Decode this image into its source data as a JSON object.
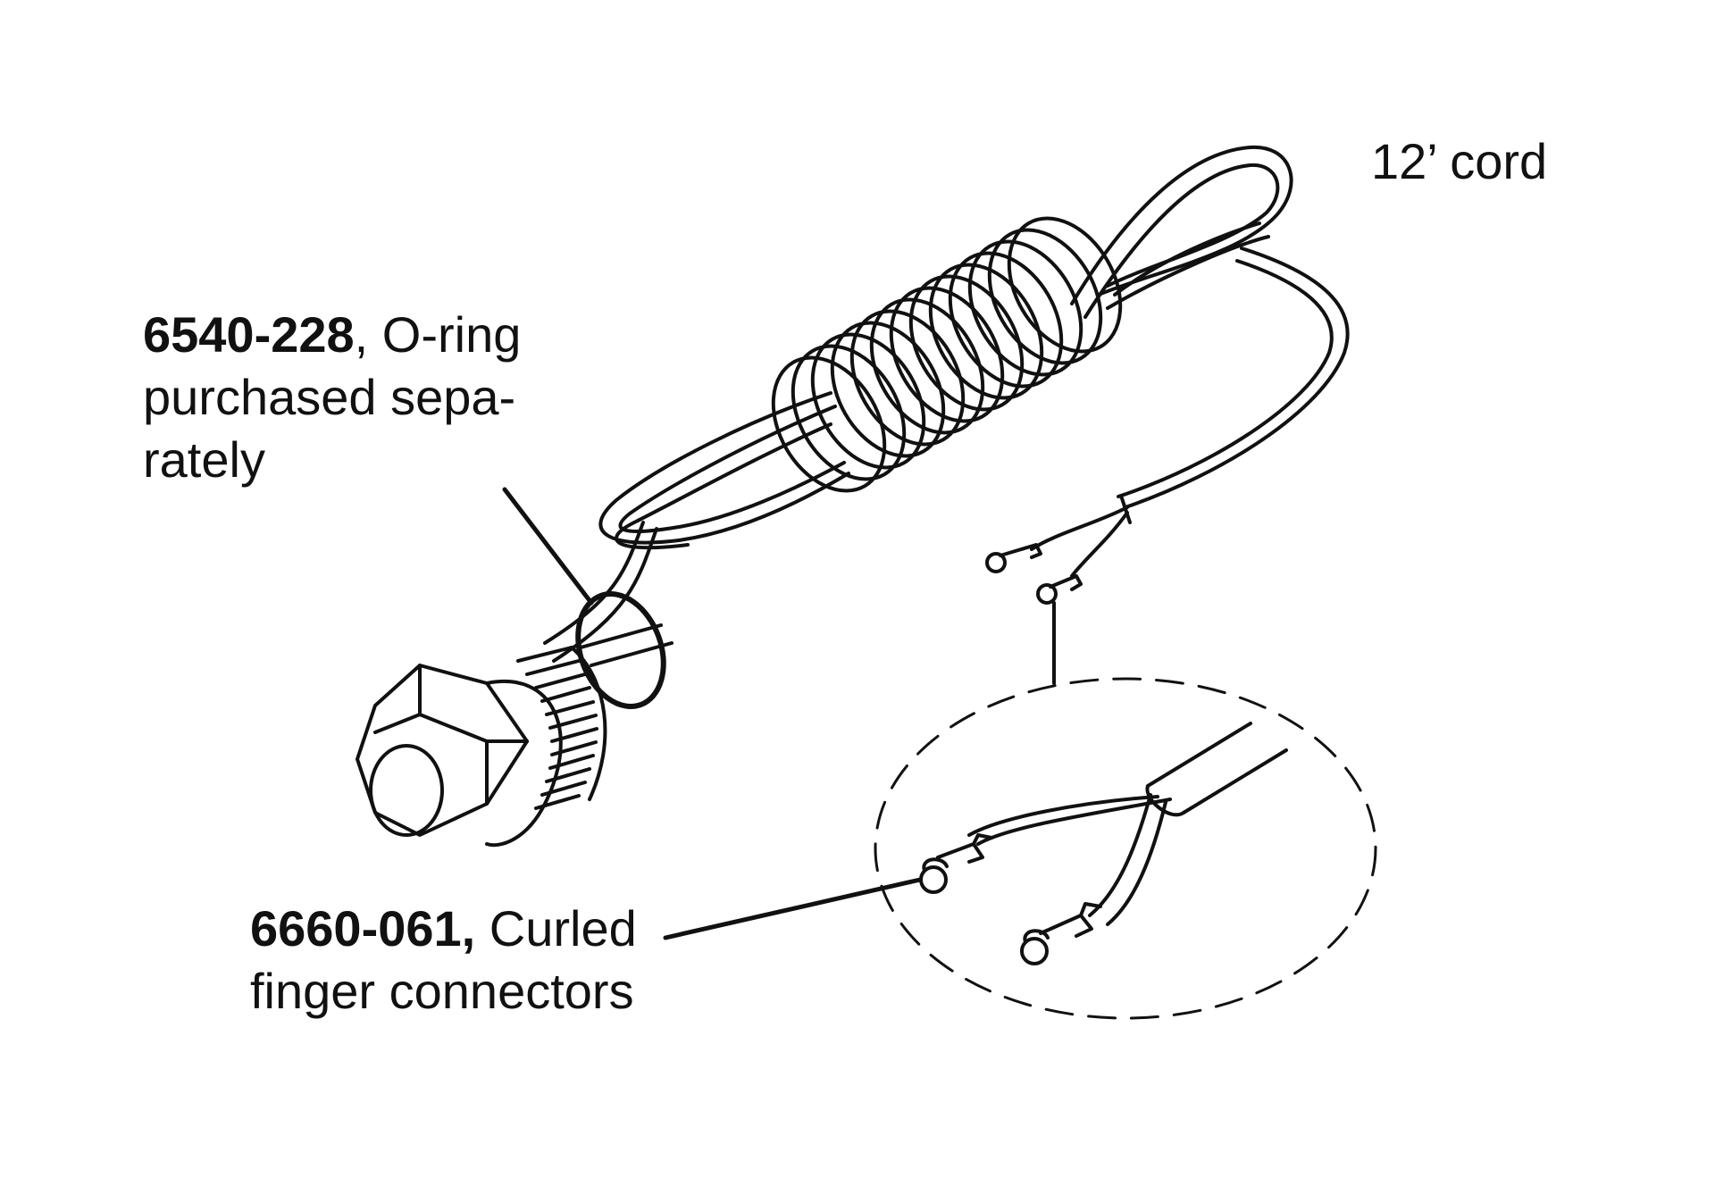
{
  "labels": {
    "cord": "12’ cord",
    "oring": {
      "part_number": "6540-228",
      "line1_rest": ", O-ring",
      "line2": "purchased sepa-",
      "line3": "rately"
    },
    "connector": {
      "part_number": "6660-061,",
      "line1_rest": " Curled",
      "line2": "finger connectors"
    }
  },
  "colors": {
    "ink": "#111111",
    "background": "#ffffff"
  }
}
